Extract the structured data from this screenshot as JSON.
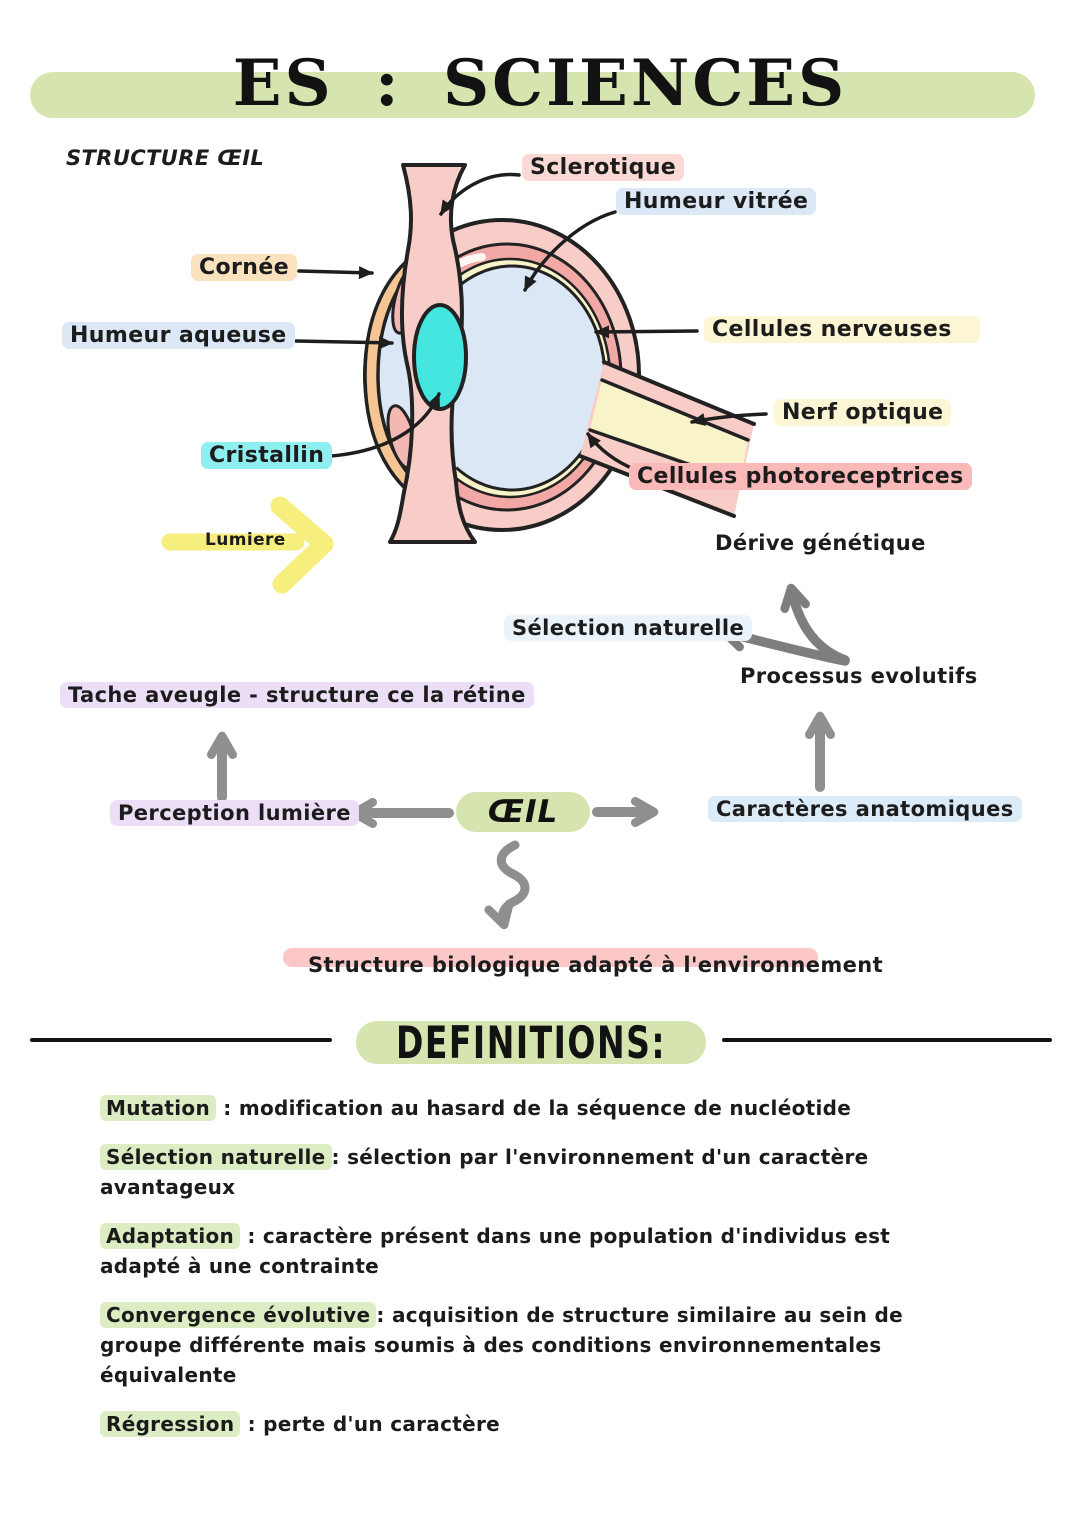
{
  "header": {
    "title": "ES : SCIENCES"
  },
  "structure": {
    "heading": "STRUCTURE ŒIL"
  },
  "eye": {
    "sclerotique": "Sclerotique",
    "humeur_vitree": "Humeur vitrée",
    "cornee": "Cornée",
    "humeur_aqueuse": "Humeur aqueuse",
    "cellules_nerveuses": "Cellules nerveuses",
    "nerf_optique": "Nerf optique",
    "cristallin": "Cristallin",
    "cellules_photoreceptrices": "Cellules photoreceptrices",
    "lumiere": "Lumiere"
  },
  "mindmap": {
    "center": "ŒIL",
    "derive_genetique": "Dérive génétique",
    "selection_naturelle": "Sélection naturelle",
    "processus_evolutifs": "Processus evolutifs",
    "tache_aveugle": "Tache aveugle - structure ce la rétine",
    "perception_lumiere": "Perception lumière",
    "caracteres_anatomiques": "Caractères anatomiques",
    "structure_biologique": "Structure biologique adapté à l'environnement"
  },
  "definitions_title": "DEFINITIONS:",
  "definitions": [
    {
      "term": "Mutation",
      "rest": " : modification au hasard de la séquence de nucléotide"
    },
    {
      "term": "Sélection naturelle",
      "rest": ": sélection par l'environnement d'un caractère avantageux"
    },
    {
      "term": "Adaptation",
      "rest": " : caractère présent dans une population d'individus est adapté à une contrainte"
    },
    {
      "term": "Convergence évolutive",
      "rest": ": acquisition de structure similaire au sein de groupe différente mais soumis à des conditions environnementales équivalente"
    },
    {
      "term": "Régression",
      "rest": " : perte d'un caractère"
    }
  ],
  "colors": {
    "accent_green": "#d6e5b0",
    "sclera_pink": "#f8cdc8",
    "retina_pink": "#f2a8a4",
    "nerve_yellow": "#f8f3c8",
    "vitreous_blue": "#dbe7f4",
    "lens_cyan": "#45e6e0",
    "cornea_orange": "#f5c593",
    "arrow_gray": "#8f8f8f",
    "lumiere_yellow": "#f7ef7d",
    "highlight_pink": "#f9b9b9",
    "highlight_light_pink": "#fbdad5",
    "highlight_blue": "#dce8f6",
    "highlight_lavender": "#ebdef6",
    "highlight_yellow": "#fcf6d4",
    "highlight_green": "#dcedc3",
    "highlight_peach": "#fbe2bf",
    "highlight_cyan": "#8feef0"
  }
}
